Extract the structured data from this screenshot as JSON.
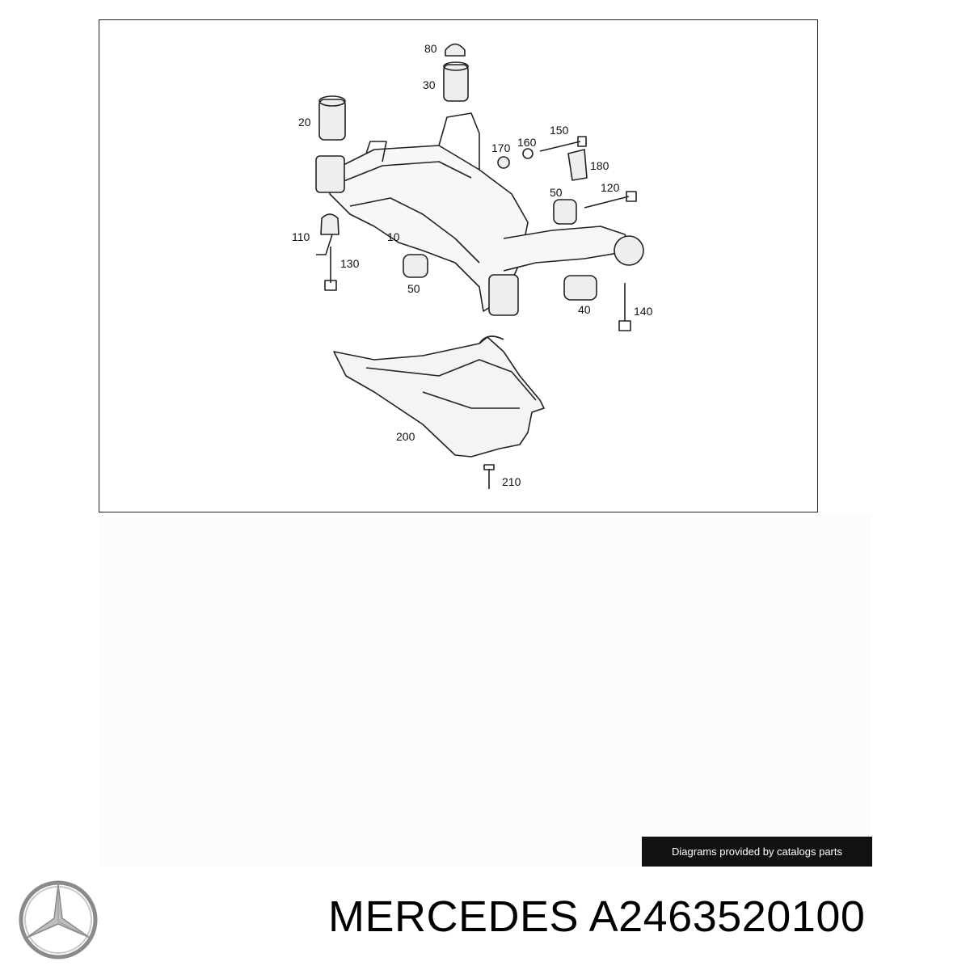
{
  "diagram": {
    "callouts": [
      "80",
      "30",
      "20",
      "170",
      "160",
      "150",
      "180",
      "50",
      "120",
      "110",
      "10",
      "130",
      "50",
      "40",
      "140",
      "200",
      "210"
    ]
  },
  "credit": "Diagrams provided by catalogs parts",
  "brand": "MERCEDES",
  "part_number": "A2463520100",
  "icons": {
    "logo": "mercedes-star-icon"
  }
}
